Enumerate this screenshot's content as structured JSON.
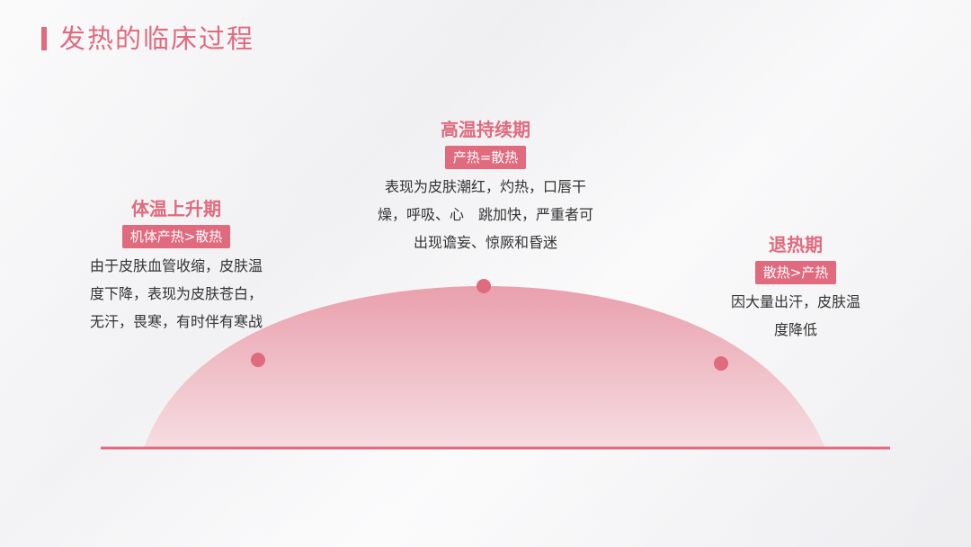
{
  "title": "发热的临床过程",
  "colors": {
    "accent": "#e06a7e",
    "curve_top": "#e9a0ad",
    "curve_bottom": "#f6dde2",
    "text": "#333333"
  },
  "stages": [
    {
      "name": "体温上升期",
      "tag": "机体产热>散热",
      "desc": [
        "由于皮肤血管收缩，皮肤温",
        "度下降，表现为皮肤苍白，",
        "无汗，畏寒，有时伴有寒战"
      ]
    },
    {
      "name": "高温持续期",
      "tag": "产热=散热",
      "desc": [
        "表现为皮肤潮红，灼热，口唇干",
        "燥，呼吸、心　跳加快，严重者可",
        "出现谵妄、惊厥和昏迷"
      ]
    },
    {
      "name": "退热期",
      "tag": "散热>产热",
      "desc": [
        "因大量出汗，皮肤温",
        "度降低"
      ]
    }
  ]
}
